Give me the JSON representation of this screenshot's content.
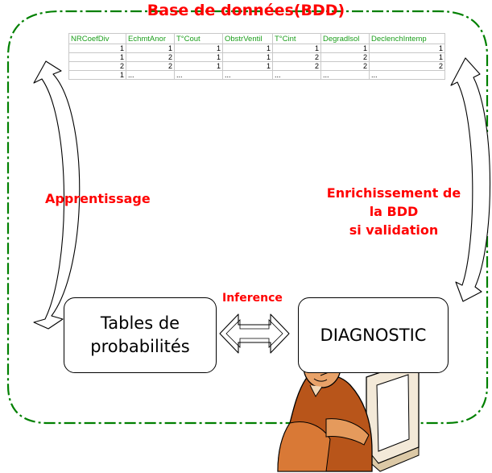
{
  "title": "Base de données(BDD)",
  "table": {
    "headers": [
      "NRCoefDiv",
      "EchmtAnor",
      "T°Cout",
      "ObstrVentil",
      "T°Cint",
      "Degradlsol",
      "DeclenchIntemp"
    ],
    "rows": [
      [
        "1",
        "1",
        "1",
        "1",
        "1",
        "1",
        "1"
      ],
      [
        "1",
        "2",
        "1",
        "1",
        "2",
        "2",
        "1"
      ],
      [
        "2",
        "2",
        "1",
        "1",
        "2",
        "2",
        "2"
      ],
      [
        "1",
        "...",
        "...",
        "...",
        "...",
        "...",
        "..."
      ]
    ]
  },
  "labels": {
    "apprentissage": "Apprentissage",
    "enrichissement": [
      "Enrichissement de",
      "la BDD",
      "si validation"
    ],
    "inference": "Inference"
  },
  "boxes": {
    "tables": [
      "Tables de",
      "probabilités"
    ],
    "diagnostic": "DIAGNOSTIC"
  },
  "colors": {
    "accent_red": "#ff0000",
    "border_green": "#008000",
    "header_green": "#1b9e1b"
  },
  "icons": [
    "person-at-computer-icon"
  ]
}
